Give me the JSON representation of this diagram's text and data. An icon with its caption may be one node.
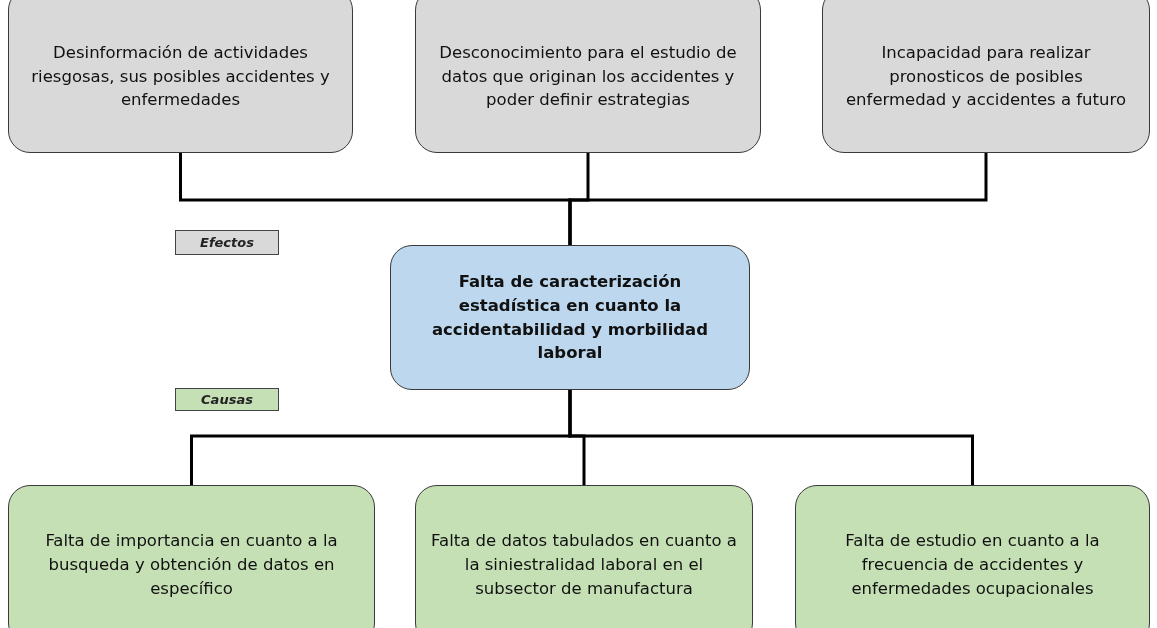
{
  "diagram": {
    "nodes": [
      {
        "text": [
          "Desinformación de actividades riesgosas, sus posibles accidentes y enfermedades"
        ]
      },
      {
        "text": [
          "Desconocimiento para el estudio de datos que originan los accidentes y poder definir estrategias"
        ]
      },
      {
        "text": [
          "Incapacidad para realizar pronosticos de posibles enfermedad y accidentes a futuro"
        ]
      },
      {
        "text": [
          "Efectos"
        ]
      },
      {
        "text": [
          "Falta de caracterización estadística en cuanto la accidentabilidad y morbilidad laboral"
        ]
      },
      {
        "text": [
          "Causas"
        ]
      },
      {
        "text": [
          "Falta de importancia en cuanto a la busqueda y obtención de datos en específico"
        ]
      },
      {
        "text": [
          "Falta de datos tabulados en cuanto a la siniestralidad laboral en el subsector de manufactura"
        ]
      },
      {
        "text": [
          "Falta de estudio en cuanto a la frecuencia de accidentes y enfermedades ocupacionales"
        ]
      }
    ],
    "edges": [
      {
        "from": 0,
        "to": 4,
        "arrow": "none"
      },
      {
        "from": 1,
        "to": 4,
        "arrow": "none"
      },
      {
        "from": 2,
        "to": 4,
        "arrow": "none"
      },
      {
        "from": 4,
        "to": 6,
        "arrow": "none"
      },
      {
        "from": 4,
        "to": 7,
        "arrow": "none"
      },
      {
        "from": 4,
        "to": 8,
        "arrow": "none"
      }
    ]
  }
}
